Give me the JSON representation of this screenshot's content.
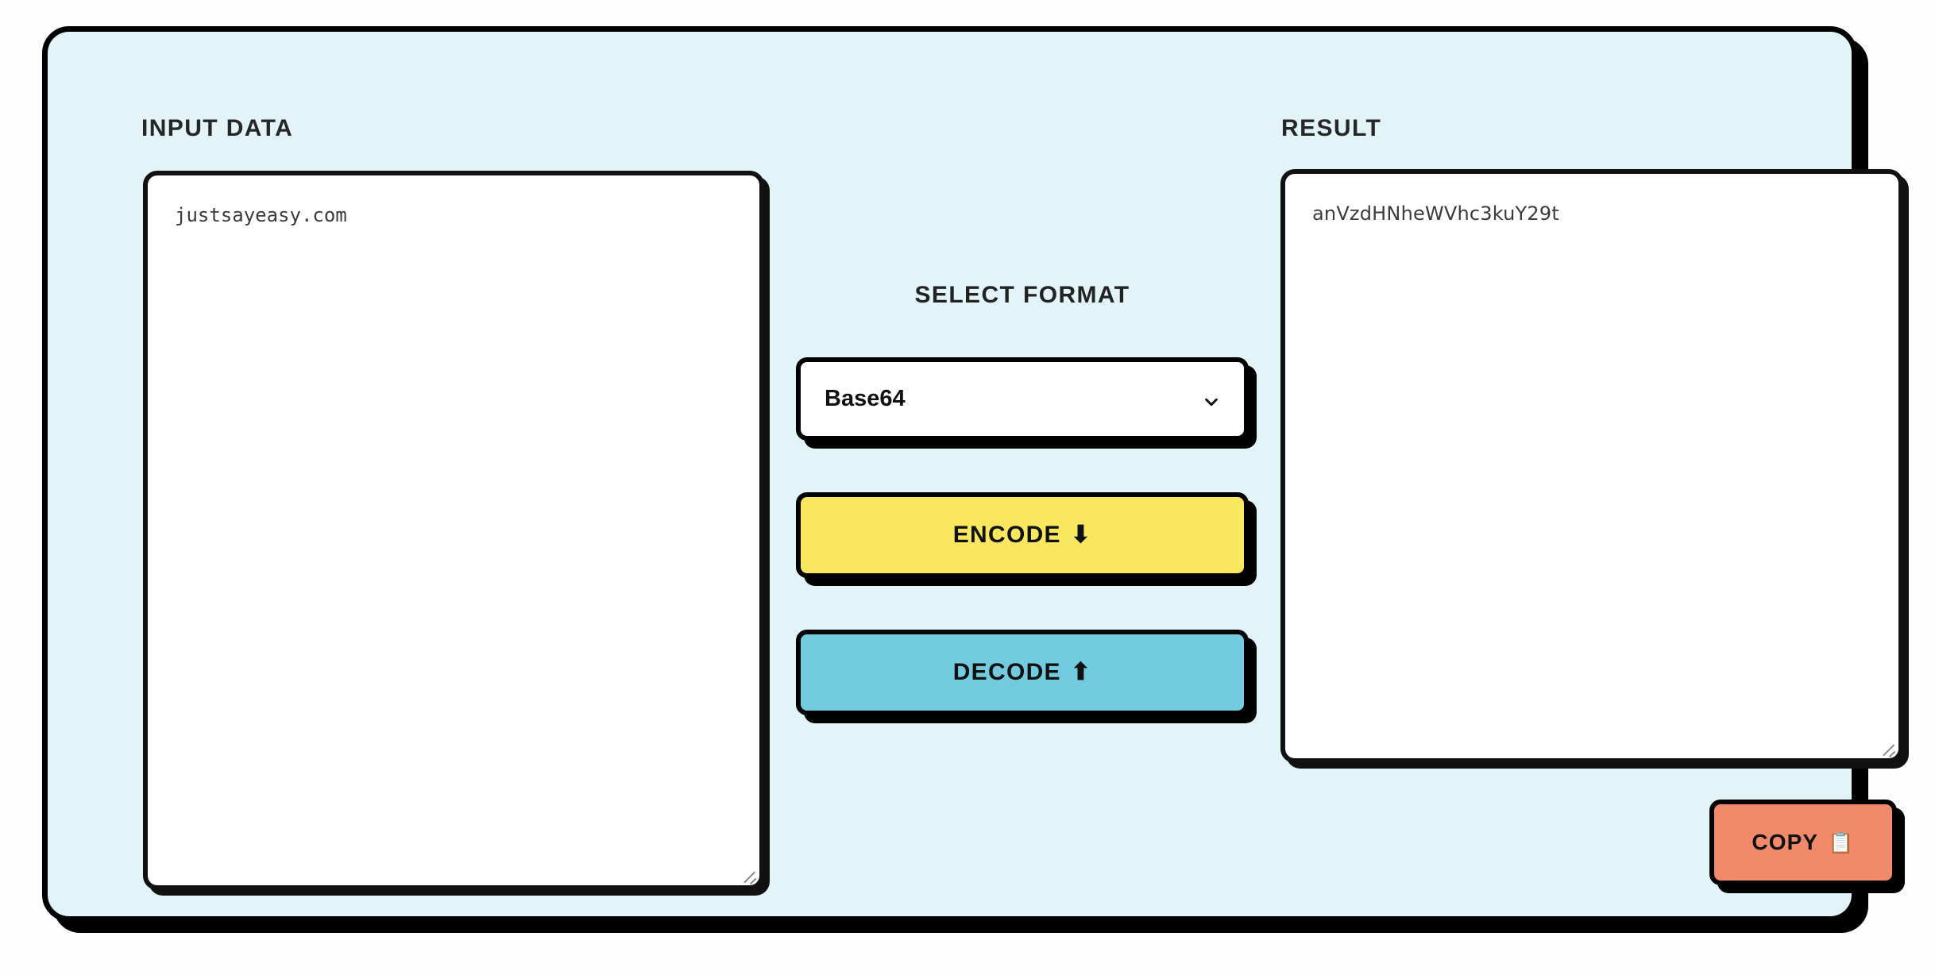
{
  "theme": {
    "page_bg": "#fdfdfd",
    "card_bg": "#e2f4f8",
    "border": "#000000",
    "encode_color": "#f9e85f",
    "decode_color": "#72cbdf",
    "copy_color": "#f18a6b",
    "field_bg": "#ffffff"
  },
  "input_panel": {
    "title": "INPUT DATA",
    "value": "justsayeasy.com",
    "placeholder": ""
  },
  "result_panel": {
    "title": "RESULT",
    "value": "anVzdHNheWVhc3kuY29t",
    "placeholder": ""
  },
  "controls": {
    "select_format_label": "SELECT FORMAT",
    "format_select": {
      "selected": "Base64",
      "chevron_icon": "chevron-down-icon"
    },
    "encode_button": {
      "label": "ENCODE",
      "icon": "arrow-down-icon",
      "glyph": "⬇"
    },
    "decode_button": {
      "label": "DECODE",
      "icon": "arrow-up-icon",
      "glyph": "⬆"
    }
  },
  "actions": {
    "copy_button": {
      "label": "COPY",
      "icon": "clipboard-icon",
      "glyph": "📋"
    }
  }
}
